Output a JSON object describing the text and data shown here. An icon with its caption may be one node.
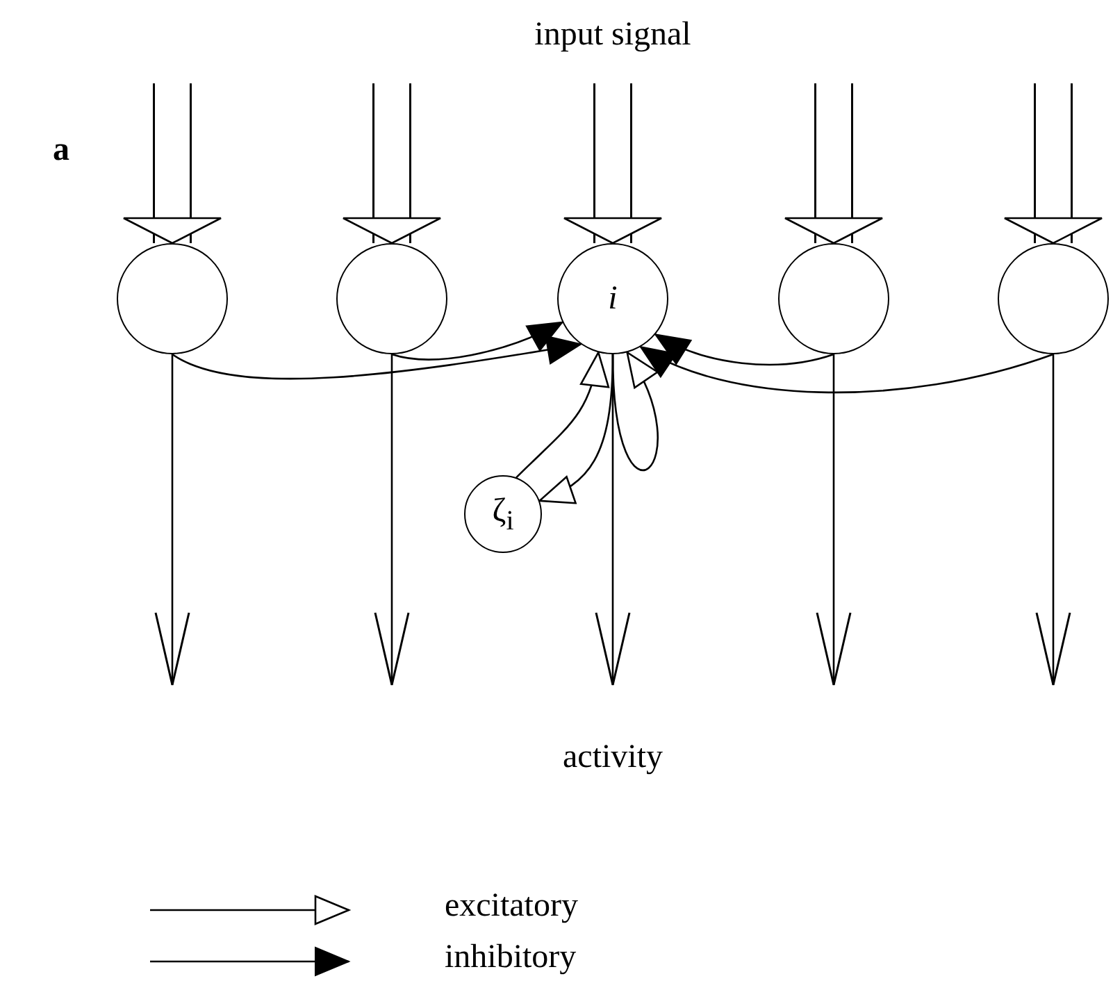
{
  "diagram": {
    "nodes": [
      {
        "text": [],
        "shape": "circle"
      },
      {
        "text": [],
        "shape": "circle"
      },
      {
        "text": [
          "i"
        ]
      },
      {
        "text": [],
        "shape": "circle"
      },
      {
        "text": [],
        "shape": "circle"
      },
      {
        "text": [
          "ζ$_{i}$"
        ]
      }
    ],
    "edges": [
      {
        "from": null,
        "to": 0,
        "arrow": "to",
        "style": "thick"
      },
      {
        "from": null,
        "to": 1,
        "arrow": "to",
        "style": "thick"
      },
      {
        "from": null,
        "to": 2,
        "arrow": "to",
        "style": "thick"
      },
      {
        "from": null,
        "to": 3,
        "arrow": "to",
        "style": "thick"
      },
      {
        "from": null,
        "to": 4,
        "arrow": "to",
        "style": "thick"
      },
      {
        "from": 0,
        "to": null,
        "arrow": "to"
      },
      {
        "from": 1,
        "to": null,
        "arrow": "to"
      },
      {
        "from": 2,
        "to": null,
        "arrow": "to"
      },
      {
        "from": 3,
        "to": null,
        "arrow": "to"
      },
      {
        "from": 4,
        "to": null,
        "arrow": "to"
      },
      {
        "from": 0,
        "to": 2,
        "arrow": "to"
      },
      {
        "from": 1,
        "to": 2,
        "arrow": "to"
      },
      {
        "from": 3,
        "to": 2,
        "arrow": "to"
      },
      {
        "from": 4,
        "to": 2,
        "arrow": "to"
      },
      {
        "from": 2,
        "to": 5,
        "arrow": "to"
      },
      {
        "from": 5,
        "to": 2,
        "arrow": "to"
      },
      {
        "from": 2,
        "to": 2,
        "arrow": "to"
      }
    ],
    "labels": [
      "input signal",
      "a",
      "activity"
    ],
    "legend": [
      {
        "text": "excitatory"
      },
      {
        "text": "inhibitory"
      }
    ]
  }
}
